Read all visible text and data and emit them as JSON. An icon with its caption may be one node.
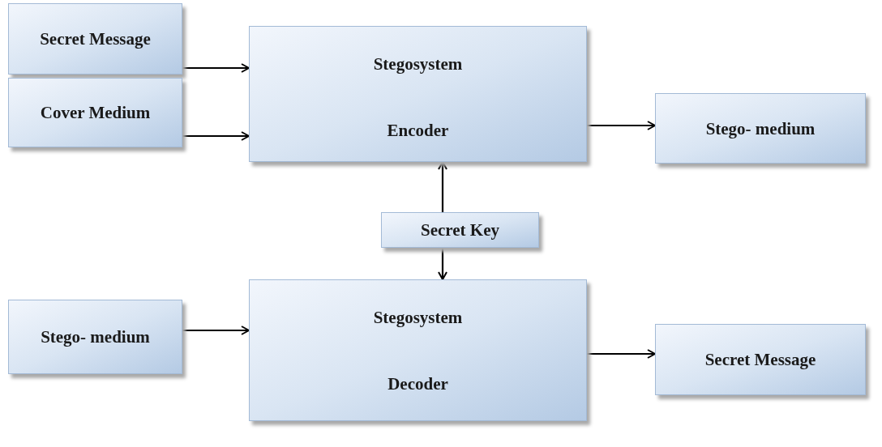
{
  "diagram": {
    "nodes": [
      {
        "text": [
          "Secret Message"
        ]
      },
      {
        "text": [
          "Cover Medium"
        ]
      },
      {
        "text": [
          "Stegosystem",
          "Encoder"
        ]
      },
      {
        "text": [
          "Stego- medium"
        ]
      },
      {
        "text": [
          "Secret Key"
        ]
      },
      {
        "text": [
          "Stego- medium"
        ]
      },
      {
        "text": [
          "Stegosystem",
          "Decoder"
        ]
      },
      {
        "text": [
          "Secret Message"
        ]
      }
    ],
    "edges": [
      {
        "from": 0,
        "to": 2,
        "arrow": "to"
      },
      {
        "from": 1,
        "to": 2,
        "arrow": "to"
      },
      {
        "from": 2,
        "to": 3,
        "arrow": "to"
      },
      {
        "from": 4,
        "to": 2,
        "arrow": "to"
      },
      {
        "from": 4,
        "to": 6,
        "arrow": "to"
      },
      {
        "from": 5,
        "to": 6,
        "arrow": "to"
      },
      {
        "from": 6,
        "to": 7,
        "arrow": "to"
      }
    ]
  }
}
